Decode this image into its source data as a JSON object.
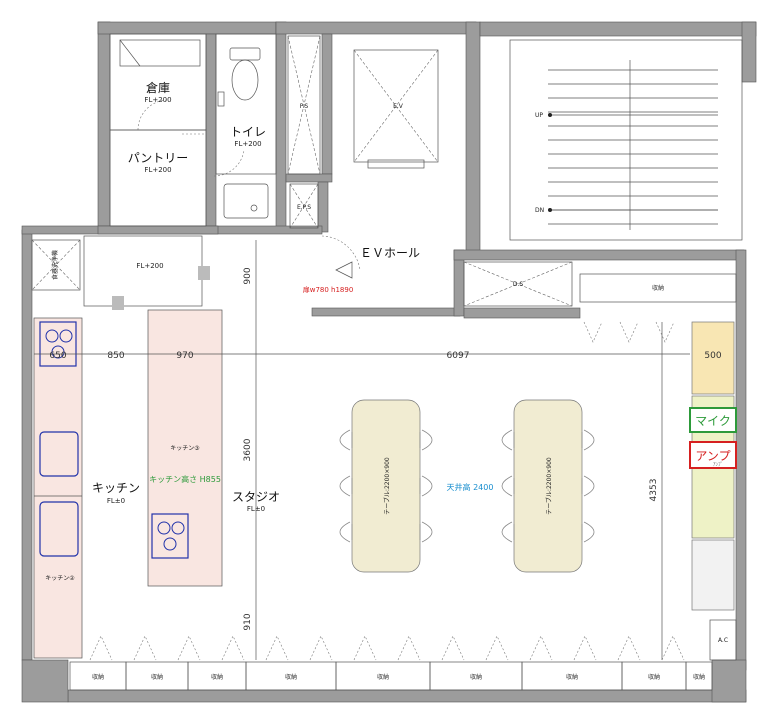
{
  "rooms": {
    "storage": "倉庫",
    "storage_level": "FL+200",
    "toilet": "トイレ",
    "toilet_level": "FL+200",
    "pantry": "パントリー",
    "pantry_level": "FL+200",
    "ps": "P.S",
    "ev": "E.V",
    "eps": "E.P.S",
    "ev_hall": "ＥＶホール",
    "upper_level": "FL+200",
    "ds": "D.S",
    "kitchen": "キッチン",
    "kitchen_level": "FL±0",
    "studio": "スタジオ",
    "studio_level": "FL±0",
    "kitchen3": "キッチン③",
    "kitchen2": "キッチン②",
    "ac": "A.C",
    "sink_label": "食器洗浄機"
  },
  "annotations": {
    "door_size": "扉w780 h1890",
    "kitchen_height": "キッチン高さ H855",
    "ceiling_height": "天井高 2400",
    "up": "UP",
    "dn": "DN",
    "mic": "マイク",
    "amp": "アンプ",
    "amp_sub": "ｱﾝﾌﾟ"
  },
  "dimensions": {
    "d650": "650",
    "d850": "850",
    "d970": "970",
    "d6097": "6097",
    "d500": "500",
    "d900": "900",
    "d3600": "3600",
    "d910": "910",
    "d4353": "4353"
  },
  "tables": {
    "table1": "テーブル:2200×900",
    "table2": "テーブル:2200×900"
  },
  "storage_units": {
    "label": "収納"
  },
  "colors": {
    "kitchen_fill": "#f9e6e1",
    "table_fill": "#f1ecd2",
    "cabinet_yellow": "#f8e6b3",
    "cabinet_green": "#eef2c6",
    "mic_green": "#2d9a3a",
    "amp_red": "#d62020",
    "door_red": "#d62020",
    "ceiling_blue": "#1a8fcf",
    "appliance_blue": "#2233aa",
    "kitchen_text_green": "#2d9a3a"
  }
}
